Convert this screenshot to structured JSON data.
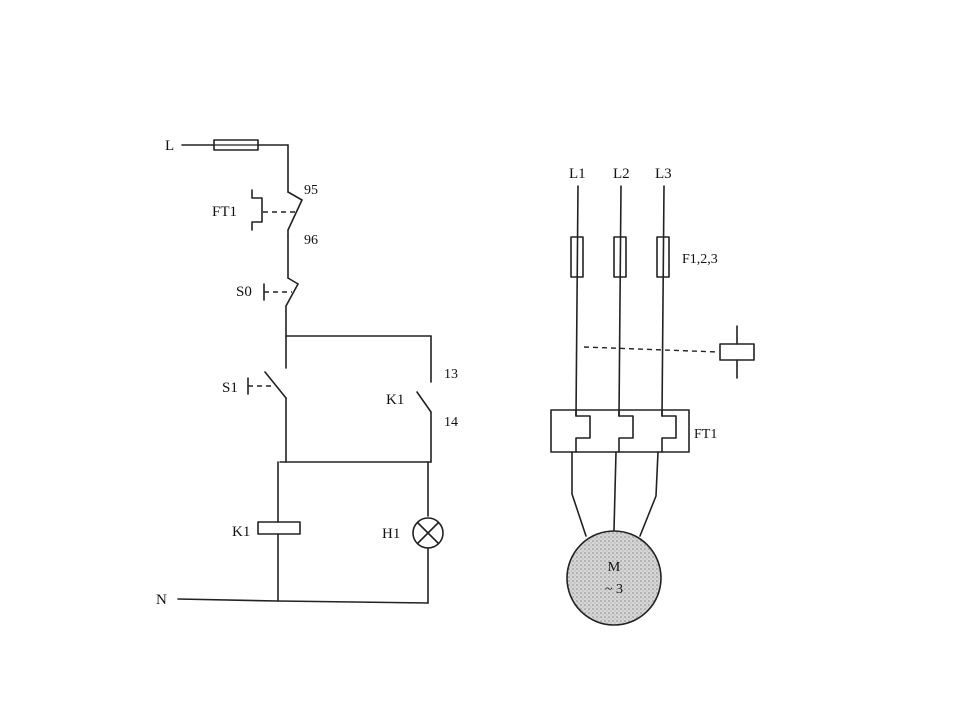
{
  "control": {
    "line": "L",
    "neutral": "N",
    "overload_contact": {
      "tag": "FT1",
      "terminal_top": "95",
      "terminal_bottom": "96"
    },
    "stop_button": "S0",
    "start_button": "S1",
    "holding_contact": {
      "tag": "K1",
      "terminal_top": "13",
      "terminal_bottom": "14"
    },
    "coil": "K1",
    "lamp": "H1"
  },
  "power": {
    "phases": [
      "L1",
      "L2",
      "L3"
    ],
    "fuses": "F1,2,3",
    "thermal_relay": "FT1",
    "motor": {
      "line1": "M",
      "line2": "~ 3"
    }
  }
}
